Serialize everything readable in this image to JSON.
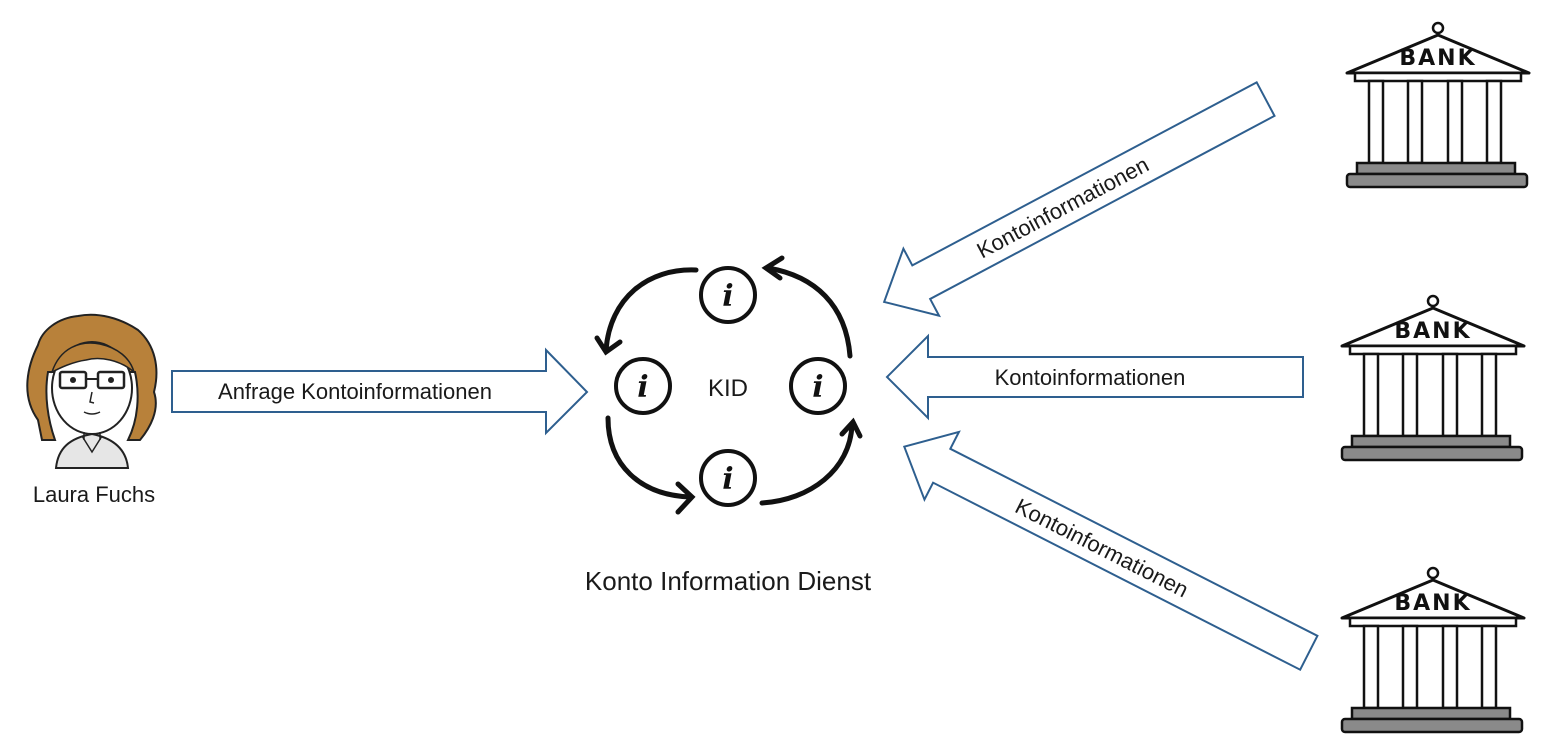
{
  "person": {
    "name": "Laura Fuchs"
  },
  "request_arrow": {
    "label": "Anfrage Kontoinformationen"
  },
  "service": {
    "short_name": "KID",
    "full_name": "Konto Information Dienst",
    "node_symbol": "i"
  },
  "banks": [
    {
      "label": "BANK",
      "arrow_label": "Kontoinformationen"
    },
    {
      "label": "BANK",
      "arrow_label": "Kontoinformationen"
    },
    {
      "label": "BANK",
      "arrow_label": "Kontoinformationen"
    }
  ],
  "colors": {
    "arrow_stroke": "#2e5f8f",
    "hair": "#b8813a",
    "bank_shadow": "#8a8a8a"
  }
}
